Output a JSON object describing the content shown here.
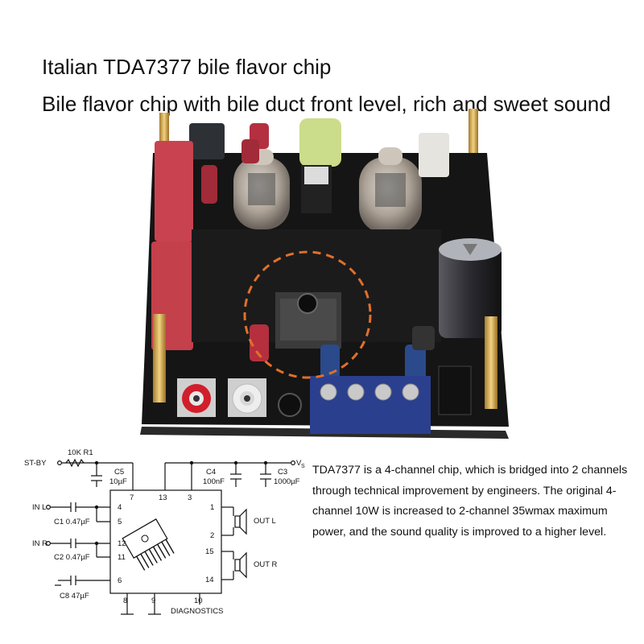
{
  "headline": "Italian TDA7377 bile flavor chip",
  "subheadline": "Bile flavor chip with bile duct front level, rich and sweet sound",
  "description": "TDA7377 is a 4-channel chip, which is bridged into 2 channels through technical improvement by engineers. The original 4-channel 10W is increased to 2-channel 35wmax maximum power, and the sound quality is improved to a higher level.",
  "schematic": {
    "st_by": "ST-BY",
    "r1": "10K R1",
    "vs": "V",
    "vs_sub": "S",
    "c5_name": "C5",
    "c5_value": "10µF",
    "c4_name": "C4",
    "c4_value": "100nF",
    "c3_name": "C3",
    "c3_value": "1000µF",
    "in_l": "IN L",
    "in_r": "IN R",
    "c1": "C1 0.47µF",
    "c2": "C2 0.47µF",
    "c8": "C8 47µF",
    "out_l": "OUT L",
    "out_r": "OUT R",
    "diagnostics": "DIAGNOSTICS",
    "pins": {
      "p7": "7",
      "p13": "13",
      "p3": "3",
      "p4": "4",
      "p5": "5",
      "p12": "12",
      "p11": "11",
      "p6": "6",
      "p1": "1",
      "p2": "2",
      "p15": "15",
      "p14": "14",
      "p8": "8",
      "p9": "9",
      "p10": "10"
    }
  },
  "colors": {
    "pcb": "#151515",
    "heatsink": "#1b1b1b",
    "capacitor_red": "#c8434f",
    "annotation_circle": "#e0702a",
    "rca_left_ring": "#d01e2b",
    "rca_right_ring": "#eeeeee",
    "terminal_blue": "#2b3f8f"
  }
}
